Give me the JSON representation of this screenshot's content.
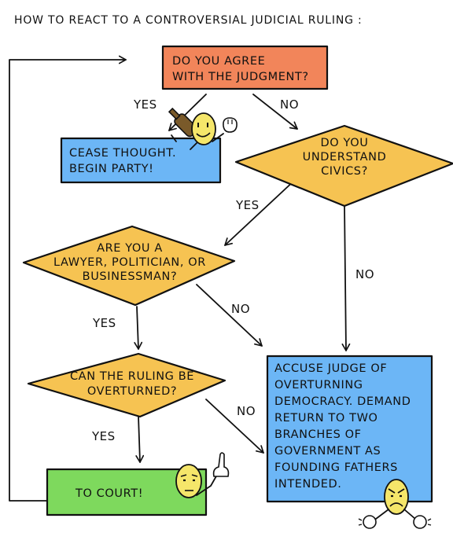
{
  "title": "HOW TO REACT TO A CONTROVERSIAL JUDICIAL RULING :",
  "colors": {
    "orange": "#f2855a",
    "blue": "#6cb6f6",
    "yellow": "#f6c352",
    "green": "#7ed95d",
    "face": "#f5e66a"
  },
  "nodes": {
    "agree": [
      "DO YOU AGREE",
      "WITH THE JUDGMENT?"
    ],
    "party": [
      "CEASE THOUGHT.",
      "BEGIN PARTY!"
    ],
    "civics": [
      "DO YOU",
      "UNDERSTAND",
      "CIVICS?"
    ],
    "lawyer": [
      "ARE YOU A",
      "LAWYER, POLITICIAN, OR",
      "BUSINESSMAN?"
    ],
    "overturn": [
      "CAN THE RULING BE",
      "OVERTURNED?"
    ],
    "court": [
      "TO COURT!"
    ],
    "accuse": [
      "ACCUSE JUDGE OF",
      "OVERTURNING",
      "DEMOCRACY. DEMAND",
      "RETURN TO  TWO",
      "BRANCHES OF",
      "GOVERNMENT AS",
      "FOUNDING FATHERS",
      "INTENDED."
    ]
  },
  "edges": {
    "agree_yes": "YES",
    "agree_no": "NO",
    "civics_yes": "YES",
    "civics_no": "NO",
    "lawyer_yes": "YES",
    "lawyer_no": "NO",
    "overturn_yes": "YES",
    "overturn_no": "NO"
  },
  "icons": {
    "bottle": "bottle-icon",
    "fist": "fist-icon",
    "happy_face": "happy-face-icon",
    "pointing_hand": "pointing-hand-icon",
    "calm_face": "calm-face-icon",
    "angry_face": "angry-face-icon",
    "clenched_fists": "clenched-fists-icon"
  }
}
